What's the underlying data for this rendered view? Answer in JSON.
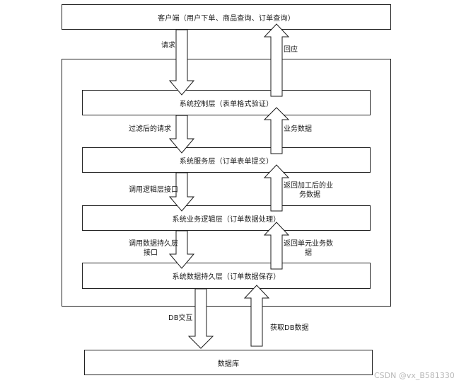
{
  "boxes": {
    "client": "客户端（用户下单、商品查询、订单查询）",
    "control": "系统控制层（表单格式验证）",
    "service": "系统服务层（订单表单提交）",
    "business": "系统业务逻辑层（订单数据处理）",
    "persistence": "系统数据持久层（订单数据保存）",
    "database": "数据库"
  },
  "labels": {
    "request": "请求",
    "response": "回应",
    "filtered_request": "过滤后的请求",
    "business_data": "业务数据",
    "call_logic_line1": "调用逻辑层接口",
    "return_processed_line1": "返回加工后的业",
    "return_processed_line2": "务数据",
    "call_persist_line1": "调用数据持久层",
    "call_persist_line2": "接口",
    "return_unit_line1": "返回单元业务数",
    "return_unit_line2": "据",
    "db_interact": "DB交互",
    "get_db_data": "获取DB数据"
  },
  "watermark": "CSDN @vx_B581330"
}
